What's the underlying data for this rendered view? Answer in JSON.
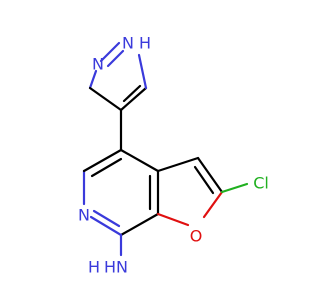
{
  "molecule": {
    "atom_labels": {
      "pyrazole_nh": "N",
      "pyrazole_nh_h": "H",
      "pyrazole_n": "N",
      "pyridine_n": "N",
      "furan_o": "O",
      "chlorine": "Cl",
      "amine_n": "N",
      "amine_h1": "H",
      "amine_h2": "H"
    },
    "colors": {
      "carbon_bond": "#000000",
      "nitrogen": "#3a3adb",
      "oxygen": "#e01010",
      "chlorine": "#20b020"
    }
  }
}
